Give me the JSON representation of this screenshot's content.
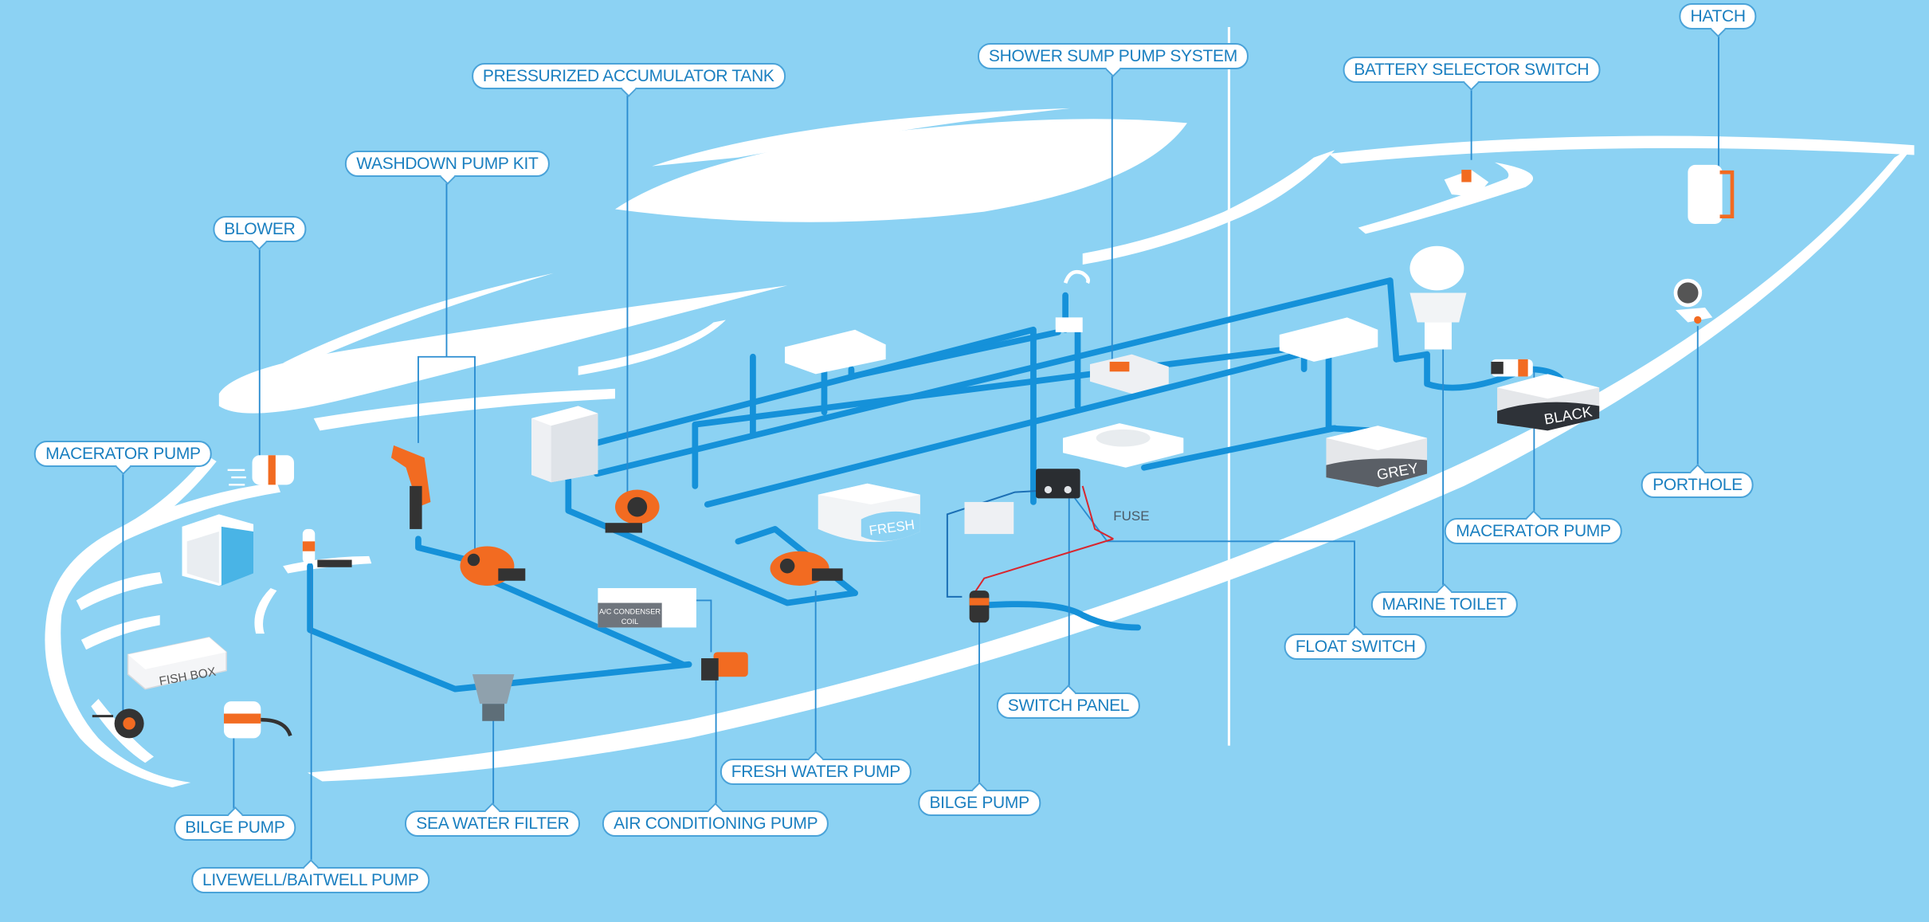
{
  "labels": {
    "hatch": "HATCH",
    "shower_sump": "SHOWER SUMP PUMP SYSTEM",
    "battery_selector": "BATTERY SELECTOR SWITCH",
    "accumulator": "PRESSURIZED ACCUMULATOR TANK",
    "washdown": "WASHDOWN PUMP KIT",
    "blower": "BLOWER",
    "macerator_left": "MACERATOR PUMP",
    "porthole": "PORTHOLE",
    "macerator_right": "MACERATOR PUMP",
    "marine_toilet": "MARINE TOILET",
    "float_switch": "FLOAT SWITCH",
    "switch_panel": "SWITCH PANEL",
    "fresh_water_pump": "FRESH WATER PUMP",
    "bilge_pump_right": "BILGE PUMP",
    "bilge_pump_left": "BILGE PUMP",
    "sea_water_filter": "SEA WATER FILTER",
    "air_conditioning": "AIR CONDITIONING PUMP",
    "livewell": "LIVEWELL/BAITWELL PUMP"
  },
  "tank_labels": {
    "fresh": "FRESH",
    "grey": "GREY",
    "black": "BLACK",
    "fish_box": "FISH BOX",
    "ac_coil_line1": "A/C CONDENSER",
    "ac_coil_line2": "COIL",
    "fuse": "FUSE"
  },
  "colors": {
    "background": "#8cd2f3",
    "hull": "#ffffff",
    "pipe": "#1591d9",
    "leader": "#2a8cd0",
    "pump_orange": "#f26b21",
    "wire_red": "#d9262e"
  },
  "icons": [
    "blower-icon",
    "washdown-nozzle-icon",
    "washdown-pump-icon",
    "accumulator-tank-icon",
    "fresh-water-pump-icon",
    "ac-pump-icon",
    "sea-water-filter-icon",
    "livewell-pump-icon",
    "bilge-pump-icon",
    "macerator-pump-icon",
    "shower-head-icon",
    "switch-panel-icon",
    "toilet-icon",
    "battery-selector-icon",
    "hatch-icon",
    "porthole-icon"
  ]
}
